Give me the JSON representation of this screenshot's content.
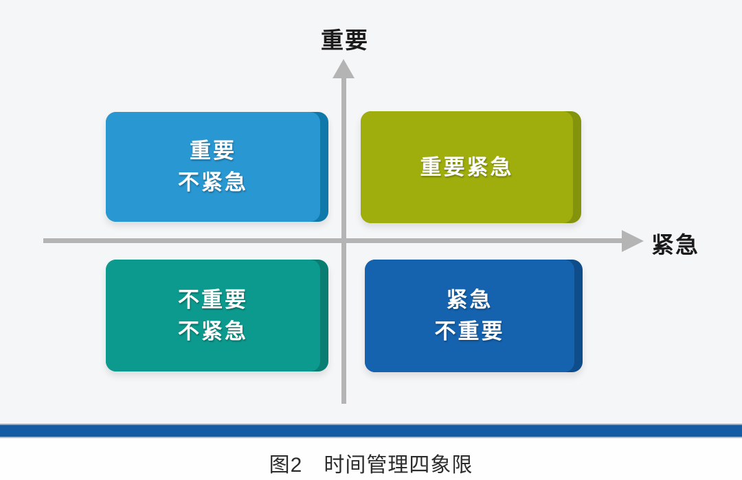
{
  "figure": {
    "caption": "图2　时间管理四象限",
    "background_color": "#f5f6f7",
    "axes": {
      "y_label": "重要",
      "x_label": "紧急",
      "axis_color": "#b4b4b4"
    },
    "quadrants": [
      {
        "position": "top-left",
        "lines": [
          "重要",
          "不紧急"
        ],
        "face_color": "#2997d1",
        "edge_color": "#1179a9"
      },
      {
        "position": "top-right",
        "lines": [
          "重要紧急"
        ],
        "face_color": "#9fae0d",
        "edge_color": "#84930c"
      },
      {
        "position": "bottom-left",
        "lines": [
          "不重要",
          "不紧急"
        ],
        "face_color": "#0d9a8e",
        "edge_color": "#0a7d72"
      },
      {
        "position": "bottom-right",
        "lines": [
          "紧急",
          "不重要"
        ],
        "face_color": "#1563ae",
        "edge_color": "#0e4c8a"
      }
    ],
    "divider_bar_color": "#145ca4"
  }
}
